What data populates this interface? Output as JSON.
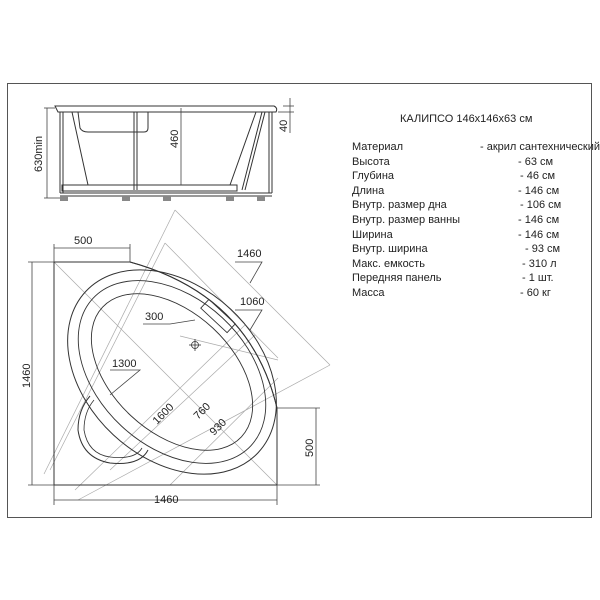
{
  "title": "КАЛИПСО 146x146x63 см",
  "specs": [
    {
      "label": "Материал",
      "value": "- акрил сантехнический"
    },
    {
      "label": "Высота",
      "value": "- 63 см"
    },
    {
      "label": "Глубина",
      "value": "- 46 см"
    },
    {
      "label": "Длина",
      "value": "- 146 см"
    },
    {
      "label": "Внутр. размер дна",
      "value": "- 106 см"
    },
    {
      "label": "Внутр. размер ванны",
      "value": "- 146 см"
    },
    {
      "label": "Ширина",
      "value": "- 146 см"
    },
    {
      "label": "Внутр. ширина",
      "value": "- 93 см"
    },
    {
      "label": "Макс. емкость",
      "value": "- 310 л"
    },
    {
      "label": "Передняя панель",
      "value": "- 1 шт."
    },
    {
      "label": "Масса",
      "value": "- 60 кг"
    }
  ],
  "elevation_dims": {
    "height": "630min",
    "depth": "460",
    "rim": "40"
  },
  "plan_dims": {
    "top_offset": "500",
    "diag_outer": "1460",
    "diag_inner": "1060",
    "headrest": "300",
    "seat": "1300",
    "length": "1600",
    "basin_width": "760",
    "outer_width": "930",
    "left_side": "1460",
    "right_offset": "500",
    "bottom_side": "1460"
  }
}
